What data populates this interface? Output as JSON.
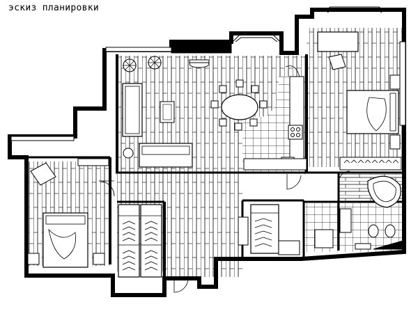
{
  "title": "эскиз планировки",
  "colors": {
    "ink": "#000000",
    "paper": "#ffffff"
  },
  "rooms": [
    {
      "id": "bedroom-left",
      "floor": "parquet"
    },
    {
      "id": "living-room",
      "floor": "parquet"
    },
    {
      "id": "kitchen",
      "floor": "tile"
    },
    {
      "id": "hall",
      "floor": "parquet"
    },
    {
      "id": "bedroom-right",
      "floor": "parquet"
    },
    {
      "id": "bathroom",
      "floor": "tile"
    },
    {
      "id": "wardrobe-left",
      "floor": "none"
    },
    {
      "id": "wardrobe-center",
      "floor": "none"
    }
  ],
  "icons": [
    "bed-icon",
    "sofa-icon",
    "dining-table-icon",
    "armchair-icon",
    "plant-icon",
    "stove-icon",
    "sink-icon",
    "bathtub-icon",
    "toilet-icon",
    "door-icon",
    "window-icon"
  ]
}
